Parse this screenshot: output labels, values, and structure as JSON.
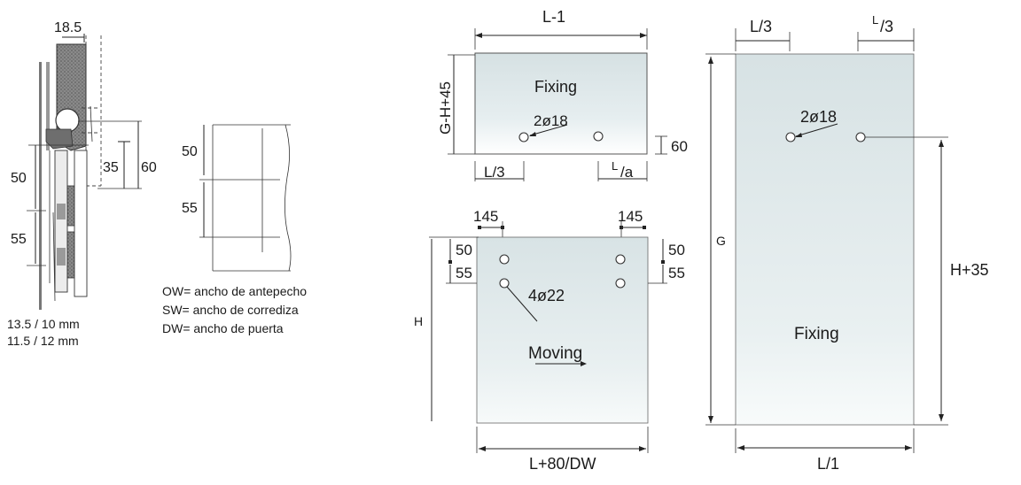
{
  "profile": {
    "dim_top": "18.5",
    "dim_50": "50",
    "dim_55": "55",
    "dim_35": "35",
    "dim_60": "60",
    "thickness_1": "13.5 / 10 mm",
    "thickness_2": "11.5 / 12 mm"
  },
  "section": {
    "dim_50": "50",
    "dim_55": "55"
  },
  "legend": {
    "ow": "OW= ancho de antepecho",
    "sw": "SW= ancho de corrediza",
    "dw": "DW= ancho de puerta"
  },
  "top_fixing": {
    "width_label": "L-1",
    "height_label": "G-H+45",
    "title": "Fixing",
    "holes_label": "2ø18",
    "dim_60": "60",
    "left_third": "L/3",
    "right_frac_sup": "L",
    "right_frac_rest": "/a"
  },
  "moving": {
    "dim_145_left": "145",
    "dim_145_right": "145",
    "dim_50_left": "50",
    "dim_55_left": "55",
    "dim_50_right": "50",
    "dim_55_right": "55",
    "holes_label": "4ø22",
    "title": "Moving",
    "height_label": "H",
    "width_label": "L+80/DW"
  },
  "tall_fixing": {
    "left_third": "L/3",
    "right_third_sup": "L",
    "right_third_rest": "/3",
    "holes_label": "2ø18",
    "height_label": "G",
    "right_height_label": "H+35",
    "title": "Fixing",
    "width_label": "L/1"
  }
}
